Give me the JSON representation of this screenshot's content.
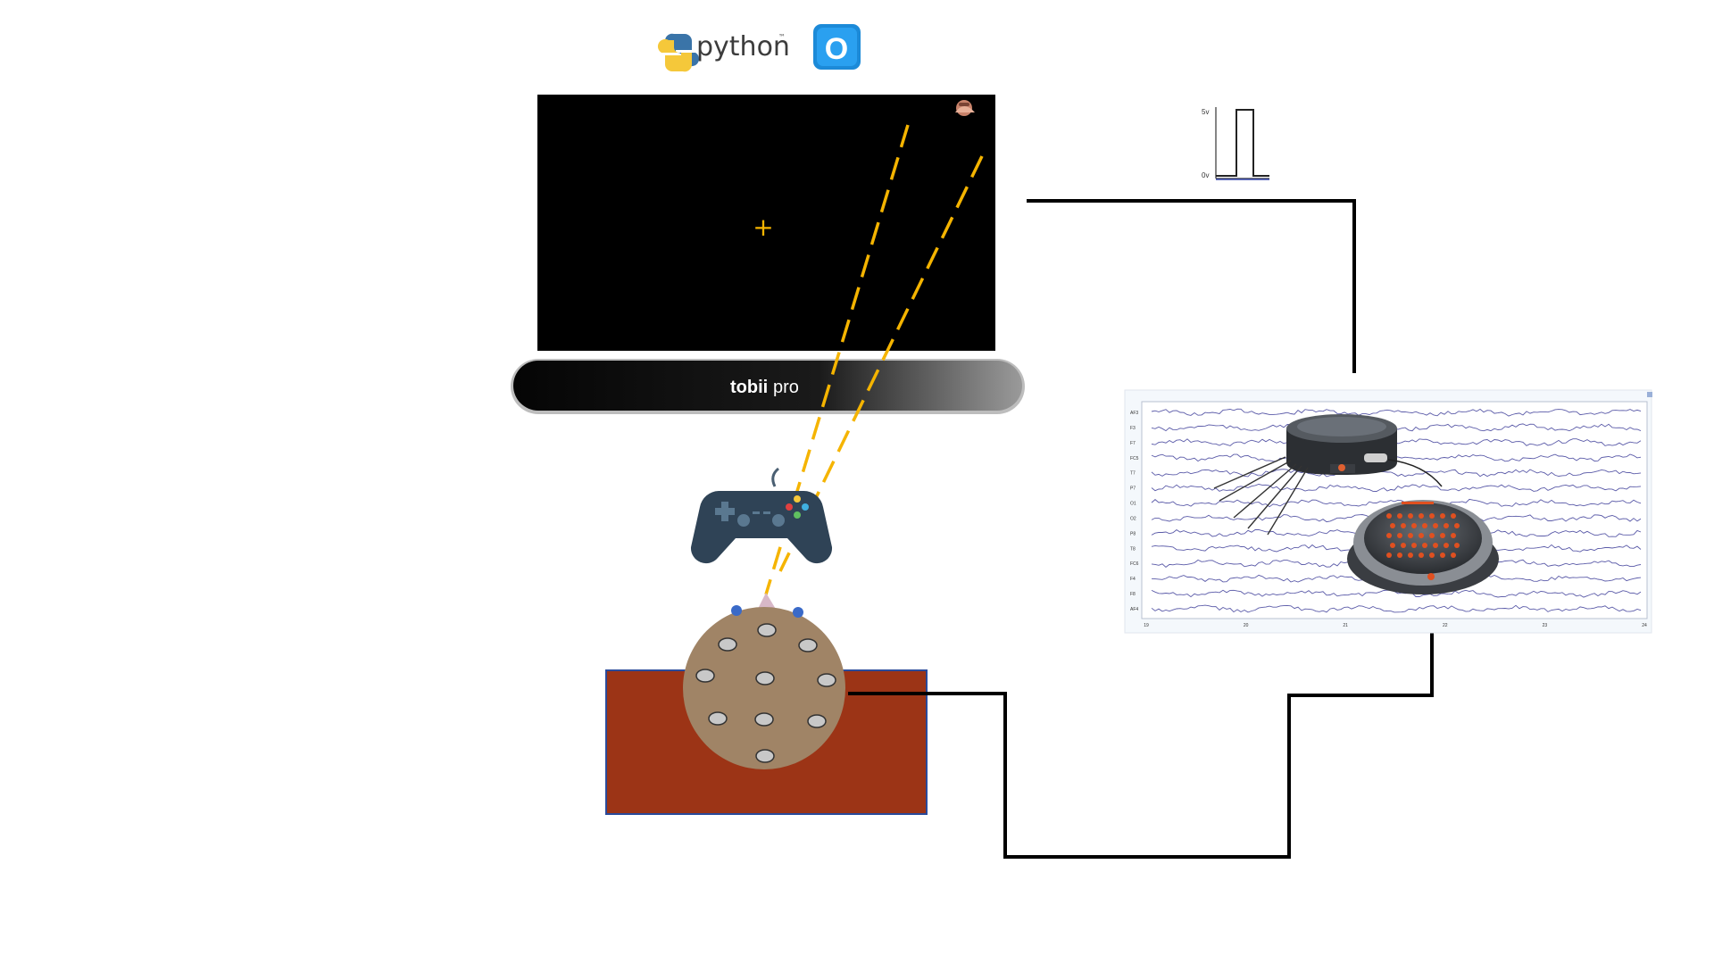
{
  "logos": {
    "python_label": "python",
    "python_tm": "™",
    "opensesame_letter": "O"
  },
  "eyetracker": {
    "brand": "tobii",
    "product": "pro"
  },
  "screen": {
    "fixation_symbol": "+"
  },
  "ttl_pulse": {
    "high_label": "5v",
    "low_label": "0v"
  },
  "eeg_plot": {
    "channel_labels": [
      "AF3",
      "F3",
      "F7",
      "FC5",
      "T7",
      "P7",
      "O1",
      "O2",
      "P8",
      "T8",
      "FC6",
      "F4",
      "F8",
      "AF4"
    ],
    "time_ticks": [
      "19",
      "20",
      "21",
      "22",
      "23",
      "24"
    ]
  },
  "colors": {
    "gaze_line": "#f5b400",
    "table": "#9c3416",
    "table_border": "#2a4a9a",
    "head": "#a08466",
    "electrode": "#c8c8c8",
    "cable": "#000000",
    "eeg_trace": "#5a5aa8",
    "controller": "#2f4356"
  }
}
